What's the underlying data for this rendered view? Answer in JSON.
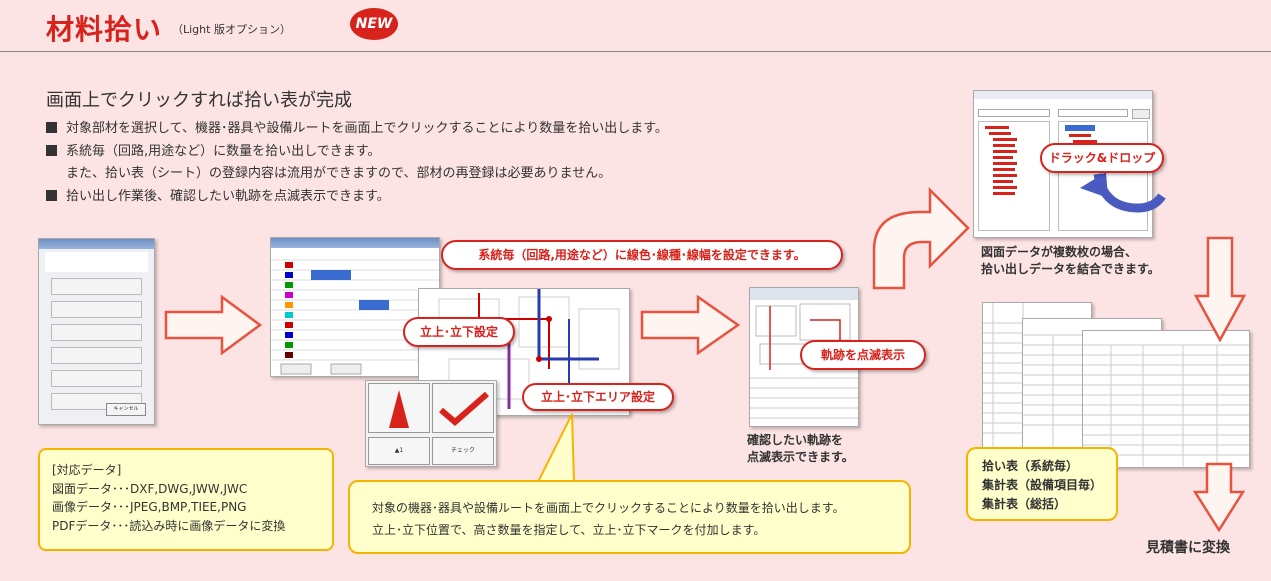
{
  "header": {
    "title": "材料拾い",
    "subtitle": "（Light 版オプション）",
    "badge": "NEW"
  },
  "intro": {
    "headline": "画面上でクリックすれば拾い表が完成",
    "bullets": [
      "対象部材を選択して、機器･器具や設備ルートを画面上でクリックすることにより数量を拾い出します。",
      "系統毎（回路,用途など）に数量を拾い出しできます。",
      "また、拾い表（シート）の登録内容は流用ができますので、部材の再登録は必要ありません。",
      "拾い出し作業後、確認したい軌跡を点滅表示できます。"
    ]
  },
  "callouts": {
    "system_color": "系統毎（回路,用途など）に線色･線種･線幅を設定できます。",
    "updown": "立上･立下設定",
    "updown_area": "立上･立下エリア設定",
    "blink": "軌跡を点滅表示",
    "drag_drop": "ドラック&ドロップ"
  },
  "dialog": {
    "cancel": "キャンセル"
  },
  "tool_panel": {
    "btn1": "▲1",
    "btn2": "チェック"
  },
  "supported": {
    "heading": "[対応データ]",
    "lines": [
      "図面データ･･･DXF,DWG,JWW,JWC",
      "画像データ･･･JPEG,BMP,TIEE,PNG",
      "PDFデータ･･･読込み時に画像データに変換"
    ]
  },
  "click_note": {
    "lines": [
      "対象の機器･器具や設備ルートを画面上でクリックすることにより数量を拾い出します。",
      "立上･立下位置で、高さ数量を指定して、立上･立下マークを付加します。"
    ]
  },
  "blink_caption": [
    "確認したい軌跡を",
    "点滅表示できます。"
  ],
  "merge_caption": [
    "図面データが複数枚の場合、",
    "拾い出しデータを結合できます。"
  ],
  "tables_box": {
    "lines": [
      "拾い表（系統毎）",
      "集計表（設備項目毎）",
      "集計表（総括）"
    ]
  },
  "final_label": "見積書に変換",
  "colors": {
    "accent_red": "#d8231d",
    "background": "#fde4e4",
    "note_fill": "#ffffcc",
    "note_border": "#f5b400"
  }
}
